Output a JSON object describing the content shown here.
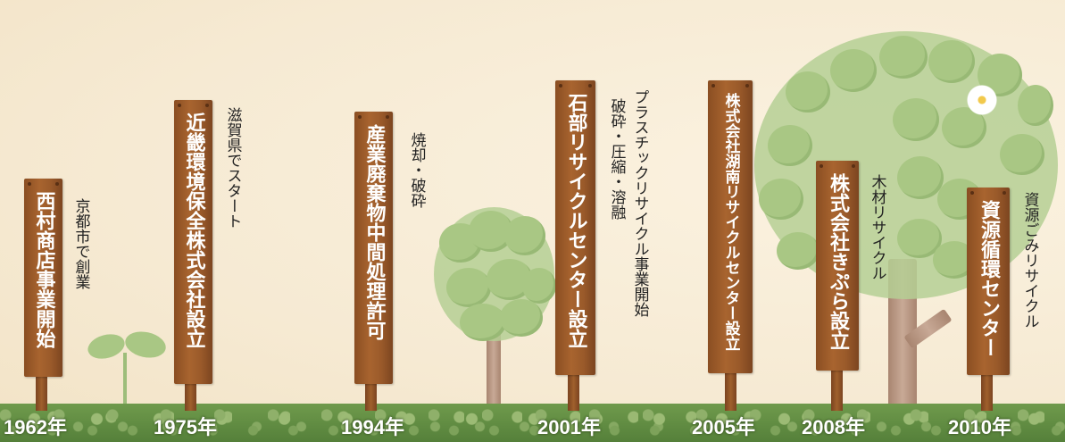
{
  "milestones": [
    {
      "year": "1962年",
      "sign": "西村商店事業開始",
      "desc": "京都市で創業"
    },
    {
      "year": "1975年",
      "sign": "近畿環境保全株式会社設立",
      "desc": "滋賀県でスタート"
    },
    {
      "year": "1994年",
      "sign": "産業廃棄物中間処理許可",
      "desc": "焼却・破砕"
    },
    {
      "year": "2001年",
      "sign": "石部リサイクルセンター設立",
      "desc_line1": "破砕・圧縮・溶融",
      "desc_line2": "プラスチックリサイクル事業開始"
    },
    {
      "year": "2005年",
      "sign": "株式会社湖南リサイクルセンター設立",
      "desc": ""
    },
    {
      "year": "2008年",
      "sign": "株式会社きぷら設立",
      "desc": "木材リサイクル"
    },
    {
      "year": "2010年",
      "sign": "資源循環センター",
      "desc": "資源ごみリサイクル"
    }
  ],
  "colors": {
    "sign": "#9a5a2a",
    "ground": "#6f9a4c",
    "background": "#f6ead3",
    "leaf": "#a9c784"
  }
}
